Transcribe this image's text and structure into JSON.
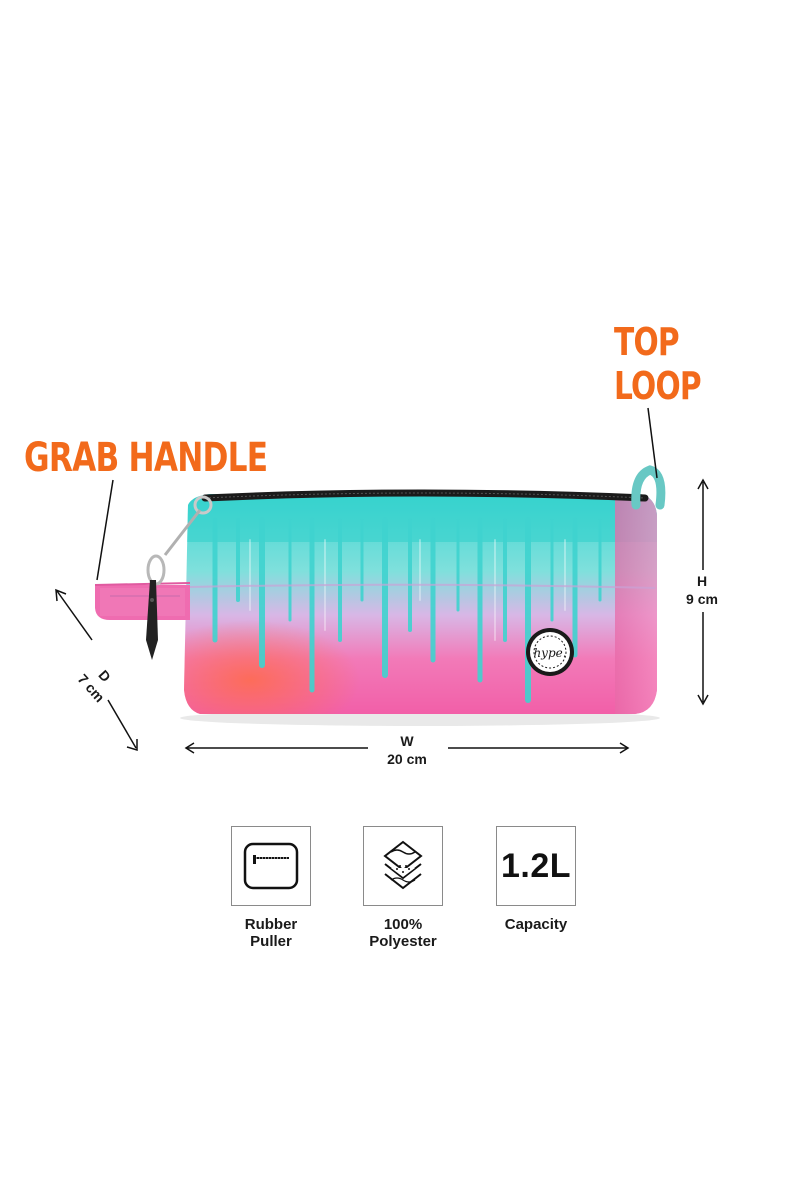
{
  "callouts": {
    "grab_handle": "GRAB HANDLE",
    "top_loop_line1": "TOP",
    "top_loop_line2": "LOOP"
  },
  "dimensions": {
    "height_letter": "H",
    "height_value": "9 cm",
    "width_letter": "W",
    "width_value": "20 cm",
    "depth_letter": "D",
    "depth_value": "7 cm"
  },
  "features": [
    {
      "label_line1": "Rubber",
      "label_line2": "Puller",
      "icon": "zipper-pocket-icon"
    },
    {
      "label_line1": "100%",
      "label_line2": "Polyester",
      "icon": "fabric-layers-icon"
    },
    {
      "label_line1": "Capacity",
      "label_line2": "",
      "icon_text": "1.2L"
    }
  ],
  "colors": {
    "callout": "#f26a1b",
    "pink": "#f27ab8",
    "teal": "#3fd3cf",
    "coral": "#f58a6a"
  },
  "brand_logo_text": "hype."
}
